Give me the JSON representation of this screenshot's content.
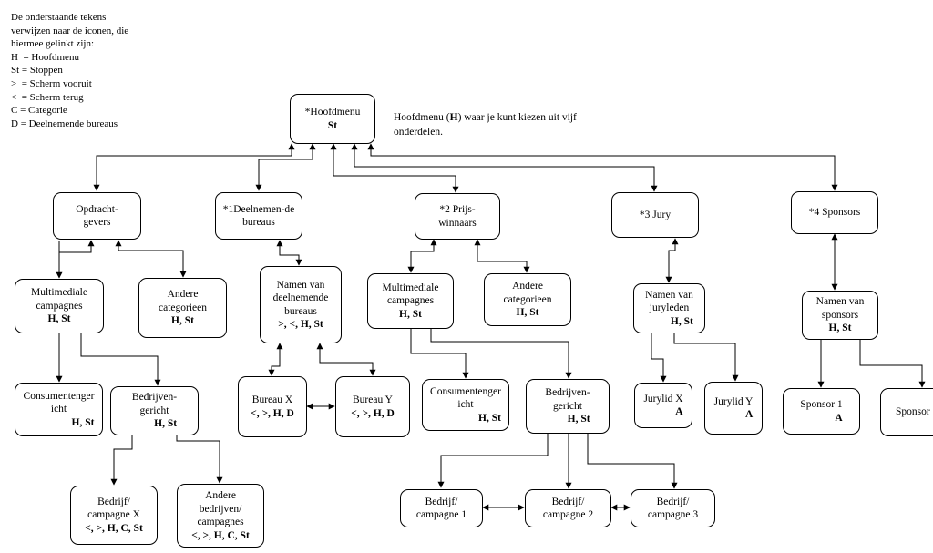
{
  "legend": "De onderstaande tekens\nverwijzen naar de iconen, die\nhiermee gelinkt zijn:\nH  = Hoofdmenu\nSt = Stoppen\n>  = Scherm vooruit\n<  = Scherm terug\nC = Categorie\nD = Deelnemende bureaus",
  "description": "Hoofdmenu (H) waar je kunt kiezen uit vijf\nonderdelen.",
  "description_bold": "H",
  "nodes": {
    "hoofdmenu": {
      "text": "*Hoofdmenu",
      "codes": "St"
    },
    "opdrachtgevers": {
      "text": "Opdracht-\ngevers",
      "codes": ""
    },
    "deelnemende": {
      "text": "*1Deelnemen-de\nbureaus",
      "codes": ""
    },
    "prijswinnaars": {
      "text": "*2 Prijs-\nwinnaars",
      "codes": ""
    },
    "jury": {
      "text": "*3 Jury",
      "codes": ""
    },
    "sponsors": {
      "text": "*4 Sponsors",
      "codes": ""
    },
    "multimediale_1": {
      "text": "Multimediale\ncampagnes",
      "codes": "H, St"
    },
    "andere_cat_1": {
      "text": "Andere\ncategorieen",
      "codes": "H, St"
    },
    "namen_bureaus": {
      "text": "Namen van\ndeelnemende\nbureaus",
      "codes": ">, <, H, St"
    },
    "multimediale_2": {
      "text": "Multimediale\ncampagnes",
      "codes": "H, St"
    },
    "andere_cat_2": {
      "text": "Andere\ncategorieen",
      "codes": "H, St"
    },
    "namen_jury": {
      "text": "Namen van\njuryleden",
      "codes": "H, St"
    },
    "namen_sponsors": {
      "text": "Namen van\nsponsors",
      "codes": "H, St"
    },
    "consument_1": {
      "text": "Consumentenger\nicht",
      "codes": "H, St"
    },
    "bedrijven_1": {
      "text": "Bedrijven-\ngericht",
      "codes": "H, St"
    },
    "bureau_x": {
      "text": "Bureau X",
      "codes": "<, >, H, D"
    },
    "bureau_y": {
      "text": "Bureau Y",
      "codes": "<, >, H, D"
    },
    "consument_2": {
      "text": "Consumentenger\nicht",
      "codes": "H, St"
    },
    "bedrijven_2": {
      "text": "Bedrijven-\ngericht",
      "codes": "H, St"
    },
    "jurylid_x": {
      "text": "Jurylid X",
      "codes": "A"
    },
    "jurylid_y": {
      "text": "Jurylid Y",
      "codes": "A"
    },
    "sponsor_1": {
      "text": "Sponsor 1",
      "codes": "A"
    },
    "sponsor_2": {
      "text": "Sponsor",
      "codes": ""
    },
    "bedrijf_x": {
      "text": "Bedrijf/\ncampagne X",
      "codes": "<, >, H, C, St"
    },
    "andere_bedrijven": {
      "text": "Andere\nbedrijven/\ncampagnes",
      "codes": "<, >, H, C, St"
    },
    "bedrijf_1": {
      "text": "Bedrijf/\ncampagne 1",
      "codes": ""
    },
    "bedrijf_2": {
      "text": "Bedrijf/\ncampagne 2",
      "codes": ""
    },
    "bedrijf_3": {
      "text": "Bedrijf/\ncampagne 3",
      "codes": ""
    }
  }
}
